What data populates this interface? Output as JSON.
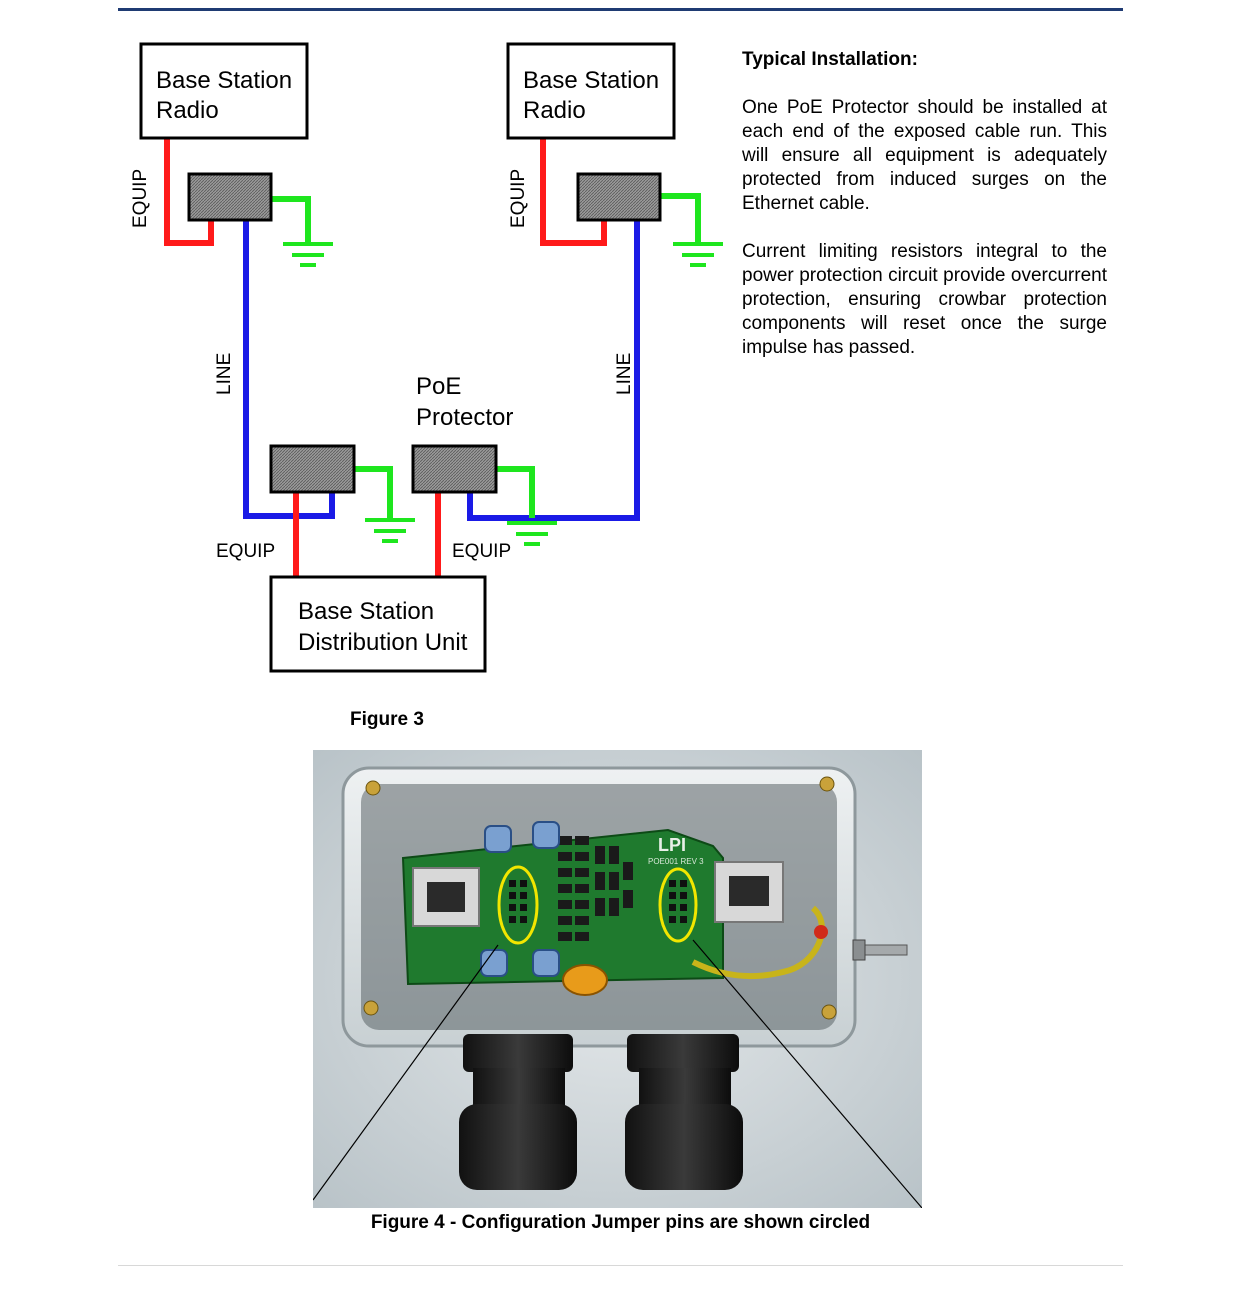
{
  "diagram": {
    "radio_left": {
      "line1": "Base Station",
      "line2": "Radio"
    },
    "radio_right": {
      "line1": "Base Station",
      "line2": "Radio"
    },
    "dist_unit": {
      "line1": "Base Station",
      "line2": "Distribution Unit"
    },
    "poe_label": {
      "line1": "PoE",
      "line2": "Protector"
    },
    "equip_label": "EQUIP",
    "line_label": "LINE",
    "colors": {
      "red": "#ff1a1a",
      "blue": "#1a1ae6",
      "green": "#1ee61e"
    }
  },
  "side": {
    "heading": "Typical Installation:",
    "para1": "One PoE Protector should be installed at each end of the exposed cable run. This will ensure all equipment is adequately protected from induced surges on the Ethernet cable.",
    "para2": "Current limiting resistors integral to the power protection circuit provide overcurrent protection, ensuring crowbar protection components will reset once the surge impulse has passed."
  },
  "figure3": {
    "caption": "Figure 3"
  },
  "figure4": {
    "caption": "Figure 4 - Configuration Jumper pins are shown circled",
    "board_brand": "LPI",
    "board_label": "POE001 REV 3"
  }
}
